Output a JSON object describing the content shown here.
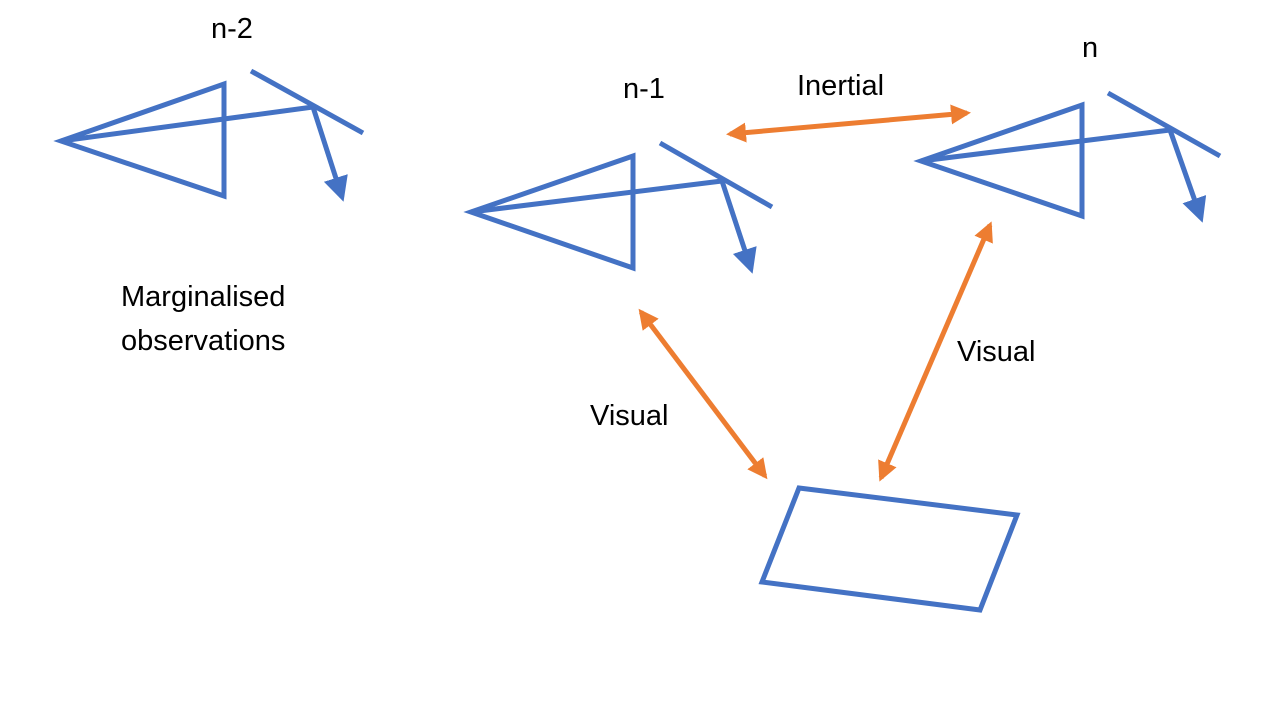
{
  "colors": {
    "camera": "#4472C4",
    "constraint": "#ED7D31",
    "text": "#000000",
    "background": "#FFFFFF"
  },
  "frames": [
    {
      "id": "n-2",
      "label": "n-2"
    },
    {
      "id": "n-1",
      "label": "n-1"
    },
    {
      "id": "n",
      "label": "n"
    }
  ],
  "edges": {
    "inertial": "Inertial",
    "visual_left": "Visual",
    "visual_right": "Visual"
  },
  "note": {
    "line1": "Marginalised",
    "line2": "observations"
  }
}
